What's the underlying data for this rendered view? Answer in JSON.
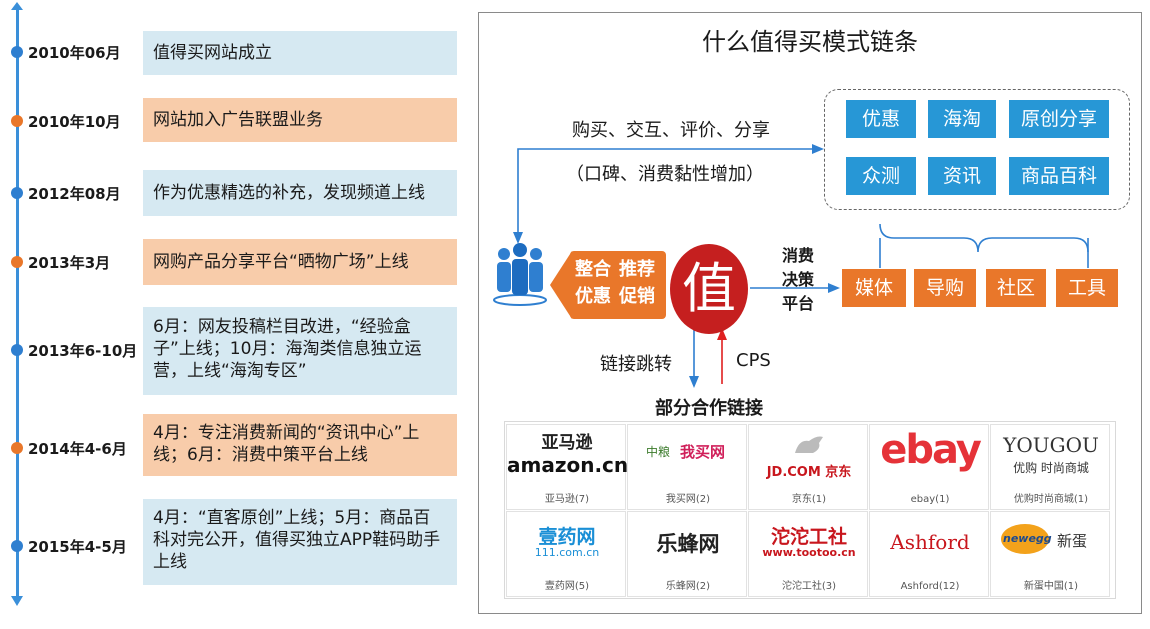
{
  "timeline": [
    {
      "date": "2010年06月",
      "text": "值得买网站成立",
      "color": "blue"
    },
    {
      "date": "2010年10月",
      "text": "网站加入广告联盟业务",
      "color": "orange"
    },
    {
      "date": "2012年08月",
      "text": "作为优惠精选的补充，发现频道上线",
      "color": "blue"
    },
    {
      "date": "2013年3月",
      "text": "网购产品分享平台“晒物广场”上线",
      "color": "orange"
    },
    {
      "date": "2013年6-10月",
      "text": "6月：网友投稿栏目改进，“经验盒子”上线；10月：海淘类信息独立运营，上线“海淘专区”",
      "color": "blue"
    },
    {
      "date": "2014年4-6月",
      "text": "4月：专注消费新闻的“资讯中心”上线；6月：消费中策平台上线",
      "color": "orange"
    },
    {
      "date": "2015年4-5月",
      "text": "4月：“直客原创”上线；5月：商品百科对完公开，值得买独立APP鞋码助手上线",
      "color": "blue"
    }
  ],
  "diagram": {
    "title": "什么值得买模式链条",
    "flow_top": "购买、交互、评价、分享",
    "flow_top_sub": "（口碑、消费黏性增加）",
    "categories": [
      "优惠",
      "海淘",
      "原创分享",
      "众测",
      "资讯",
      "商品百科"
    ],
    "badge": [
      "整合",
      "推荐",
      "优惠",
      "促销"
    ],
    "seal_char": "值",
    "decision": [
      "消费",
      "决策",
      "平台"
    ],
    "platforms": [
      "媒体",
      "导购",
      "社区",
      "工具"
    ],
    "link_jump": "链接跳转",
    "cps": "CPS",
    "partner_title": "部分合作链接",
    "partners": [
      {
        "logo": "亚马逊",
        "logo2": "amazon.cn",
        "caption": "亚马逊(7)"
      },
      {
        "logo": "中粮",
        "logo2": "我买网",
        "caption": "我买网(2)"
      },
      {
        "logo": "JD.COM 京东",
        "logo2": "",
        "caption": "京东(1)"
      },
      {
        "logo": "ebay",
        "logo2": "",
        "caption": "ebay(1)"
      },
      {
        "logo": "YOUGOU",
        "logo2": "优购 时尚商城",
        "caption": "优购时尚商城(1)"
      },
      {
        "logo": "壹药网",
        "logo2": "111.com.cn",
        "caption": "壹药网(5)"
      },
      {
        "logo": "乐蜂网",
        "logo2": "",
        "caption": "乐蜂网(2)"
      },
      {
        "logo": "沱沱工社",
        "logo2": "www.tootoo.cn",
        "caption": "沱沱工社(3)"
      },
      {
        "logo": "Ashford",
        "logo2": "",
        "caption": "Ashford(12)"
      },
      {
        "logo": "newegg",
        "logo2": "新蛋",
        "caption": "新蛋中国(1)"
      }
    ],
    "colors": {
      "blue": "#2797d6",
      "orange": "#e9772a",
      "seal": "#c51f1f",
      "arrow_blue": "#2f7fd0",
      "arrow_red": "#e02020"
    }
  }
}
